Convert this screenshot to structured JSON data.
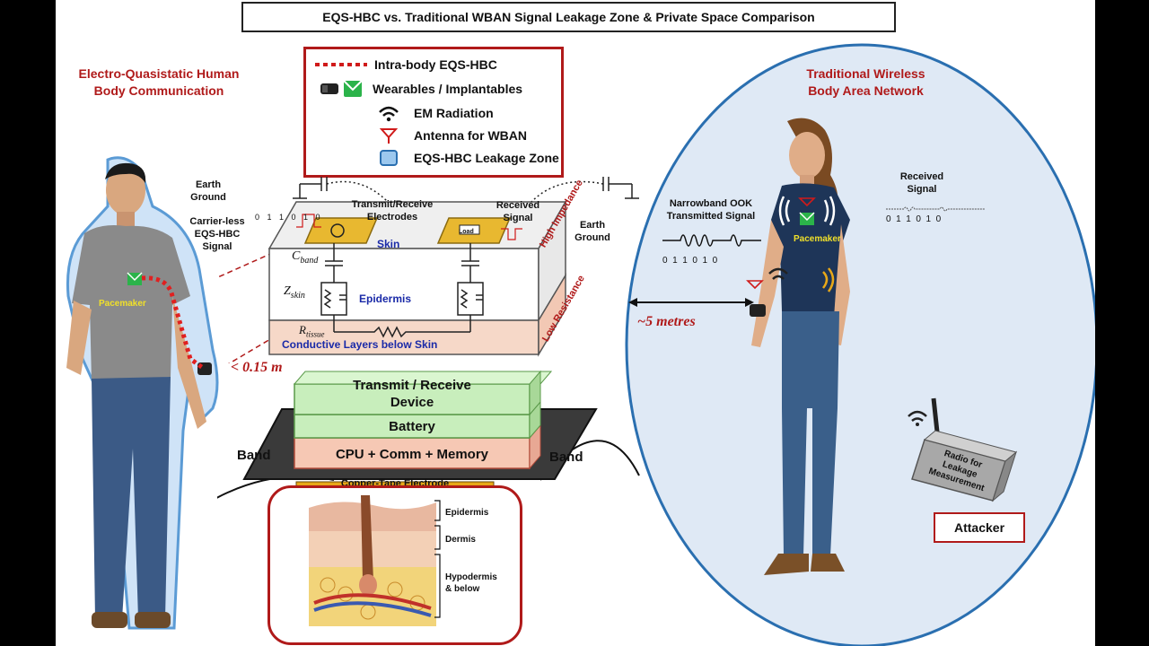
{
  "title": "EQS-HBC vs. Traditional WBAN Signal Leakage Zone & Private Space Comparison",
  "left_heading": {
    "line1": "Electro-Quasistatic Human",
    "line2": "Body Communication"
  },
  "right_heading": {
    "line1": "Traditional Wireless",
    "line2": "Body Area Network"
  },
  "legend": [
    {
      "label": "Intra-body  EQS-HBC",
      "icon": "dotted-red-line-icon"
    },
    {
      "label": "Wearables / Implantables",
      "icon": "wearable-device-icon"
    },
    {
      "label": "EM Radiation",
      "icon": "wifi-radiation-icon"
    },
    {
      "label": "Antenna for WBAN",
      "icon": "antenna-icon"
    },
    {
      "label": "EQS-HBC Leakage Zone",
      "icon": "leakage-zone-icon"
    }
  ],
  "circuit": {
    "earth_ground_left": {
      "line1": "Earth",
      "line2": "Ground"
    },
    "carrier_less": {
      "line1": "Carrier-less",
      "line2": "EQS-HBC",
      "line3": "Signal"
    },
    "bits_left": "0 1 1 0 1 0",
    "electrodes": {
      "line1": "Transmit/Receive",
      "line2": "Electrodes"
    },
    "received_signal": {
      "line1": "Received",
      "line2": "Signal"
    },
    "earth_ground_right": {
      "line1": "Earth",
      "line2": "Ground"
    },
    "skin": "Skin",
    "c_band": "C",
    "c_band_sub": "band",
    "z_skin": "Z",
    "z_skin_sub": "skin",
    "epidermis": "Epidermis",
    "r_tissue": "R",
    "r_tissue_sub": "tissue",
    "conductive": "Conductive Layers below Skin",
    "high_impedance": "High Impedance",
    "low_resistance": "Low Resistance",
    "load": "Load"
  },
  "pacemaker_left": "Pacemaker",
  "distance_left": "< 0.15  m",
  "device_stack": {
    "top": {
      "line1": "Transmit / Receive",
      "line2": "Device"
    },
    "battery": "Battery",
    "cpu": "CPU + Comm  + Memory",
    "band_left": "Band",
    "band_right": "Band",
    "copper": "Copper-Tape Electrode"
  },
  "skin_layers": {
    "epidermis": "Epidermis",
    "dermis": "Dermis",
    "hypodermis1": "Hypodermis",
    "hypodermis2": "& below"
  },
  "wban": {
    "narrowband": {
      "line1": "Narrowband OOK",
      "line2": "Transmitted Signal"
    },
    "bits_tx": "0  1  1  0  1  0",
    "received": {
      "line1": "Received",
      "line2": "Signal"
    },
    "bits_rx": "0  1  1  0  1  0",
    "pacemaker": "Pacemaker",
    "distance": "~5 metres",
    "radio": {
      "line1": "Radio for",
      "line2": "Leakage",
      "line3": "Measurement"
    },
    "attacker": "Attacker"
  },
  "colors": {
    "accent_red": "#b01a1a",
    "ellipse_blue": "#2a6fb0",
    "ellipse_fill": "#dfe9f5",
    "green": "#2bb34a"
  }
}
